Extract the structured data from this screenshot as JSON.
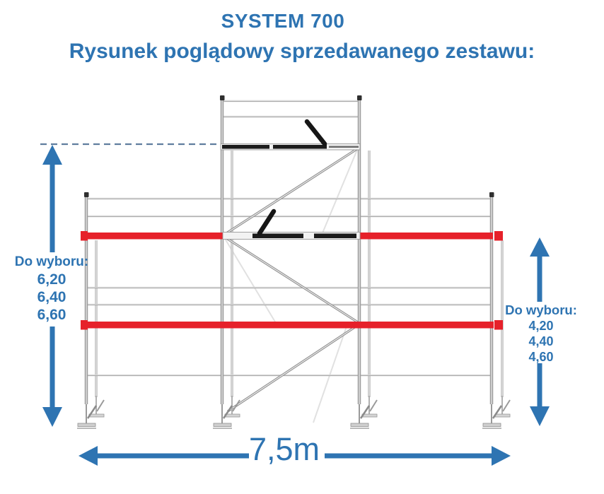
{
  "header": {
    "title": "SYSTEM 700",
    "subtitle": "Rysunek poglądowy sprzedawanego zestawu:"
  },
  "dimensions": {
    "left_height": {
      "label": "Do wyboru:",
      "options": [
        "6,20",
        "6,40",
        "6,60"
      ]
    },
    "right_height": {
      "label": "Do wyboru:",
      "options": [
        "4,20",
        "4,40",
        "4,60"
      ]
    },
    "width": {
      "value": "7,5m"
    }
  },
  "colors": {
    "accent_blue": "#2e74b2",
    "toe_board_red": "#e6212a",
    "frame_silver": "#a8a8a8",
    "platform_black": "#1b1b1b",
    "dashed_guide": "#5f7d9e"
  },
  "icons": {
    "left_arrow": "double-headed-vertical-arrow",
    "right_arrow": "double-headed-vertical-arrow",
    "bottom_arrow": "double-headed-horizontal-arrow"
  }
}
